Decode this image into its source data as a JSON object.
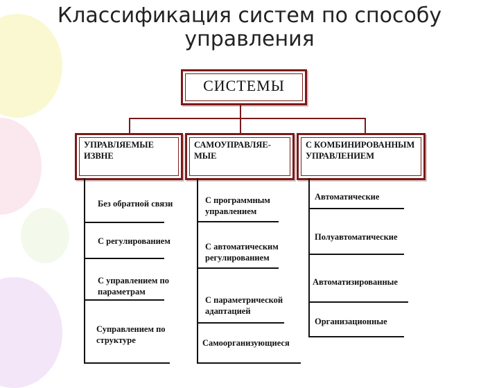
{
  "title": "Классификация систем по способу управления",
  "title_line1": "Классификация систем по способу",
  "title_line2": "управления",
  "root": {
    "label": "СИСТЕМЫ"
  },
  "categories": [
    {
      "label": "УПРАВЛЯЕМЫЕ ИЗВНЕ",
      "items": [
        "Без обратной связи",
        "С регулированием",
        "С управлением по параметрам",
        "Суправлением по структуре"
      ]
    },
    {
      "label": "САМОУПРАВЛЯЕ-МЫЕ",
      "items": [
        "С программным управлением",
        "С автоматическим регулированием",
        "С параметрической адаптацией",
        "Самоорганизующиеся"
      ]
    },
    {
      "label": "С КОМБИНИРОВАННЫМ УПРАВЛЕНИЕМ",
      "items": [
        "Автоматические",
        "Полуавтоматические",
        "Автоматизированные",
        "Организационные"
      ]
    }
  ],
  "colors": {
    "frame": "#7a1a1a",
    "text": "#111111",
    "line": "#111111"
  }
}
